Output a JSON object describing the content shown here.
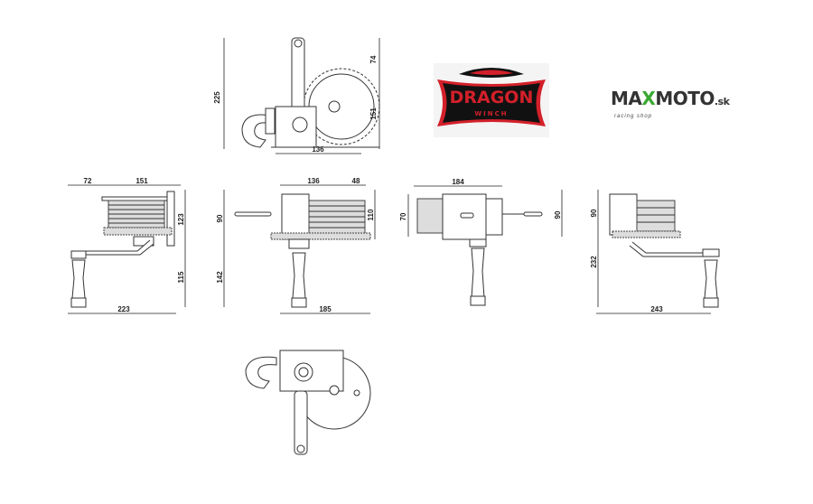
{
  "logos": {
    "dragon": {
      "line1": "DRAGON",
      "line2": "WINCH",
      "colors": {
        "red": "#d3202a",
        "black": "#111111"
      }
    },
    "maxmoto": {
      "part1": "MA",
      "part2": "X",
      "part3": "MOTO",
      "suffix": ".sk",
      "tagline": "racing shop",
      "accent": "#3aa832"
    }
  },
  "dimensions": {
    "side_view": {
      "height_total": "225",
      "handle_top": "74",
      "gear_height": "151",
      "base_width": "136"
    },
    "front_view": {
      "crank_offset": "72",
      "body_width": "151",
      "body_height": "123",
      "crank_drop": "115",
      "total_width": "223"
    },
    "rear_view": {
      "body_width": "136",
      "side_ext": "48",
      "upper_height": "90",
      "handle_drop": "142",
      "spool_height": "110",
      "total_width": "185"
    },
    "top_view": {
      "width": "184",
      "left_height": "70",
      "right_height": "90"
    },
    "back_view": {
      "upper_height": "90",
      "total_height": "232",
      "total_width": "243"
    }
  }
}
